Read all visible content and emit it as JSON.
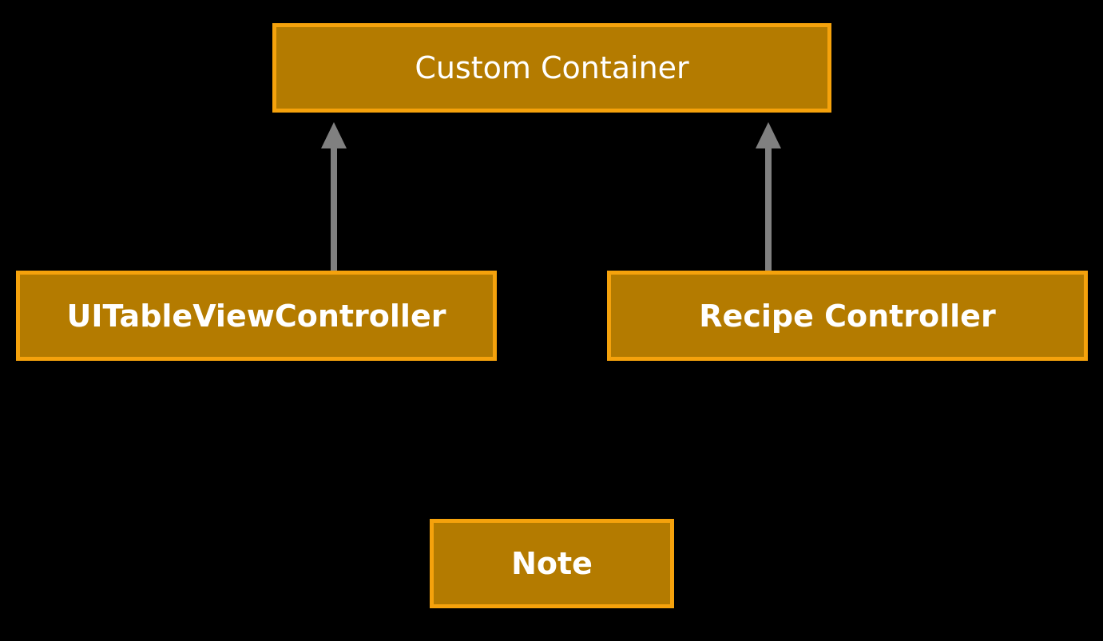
{
  "diagram": {
    "nodes": {
      "custom_container": "Custom Container",
      "uitableviewcontroller": "UITableViewController",
      "recipe_controller": "Recipe Controller",
      "note": "Note"
    },
    "edges": [
      {
        "from": "UITableViewController",
        "to": "Custom Container"
      },
      {
        "from": "Recipe Controller",
        "to": "Custom Container"
      }
    ]
  },
  "colors": {
    "background": "#000000",
    "box_fill": "#B47B00",
    "box_border": "#F5A20C",
    "arrow": "#808080",
    "text": "#FFFFFF"
  }
}
